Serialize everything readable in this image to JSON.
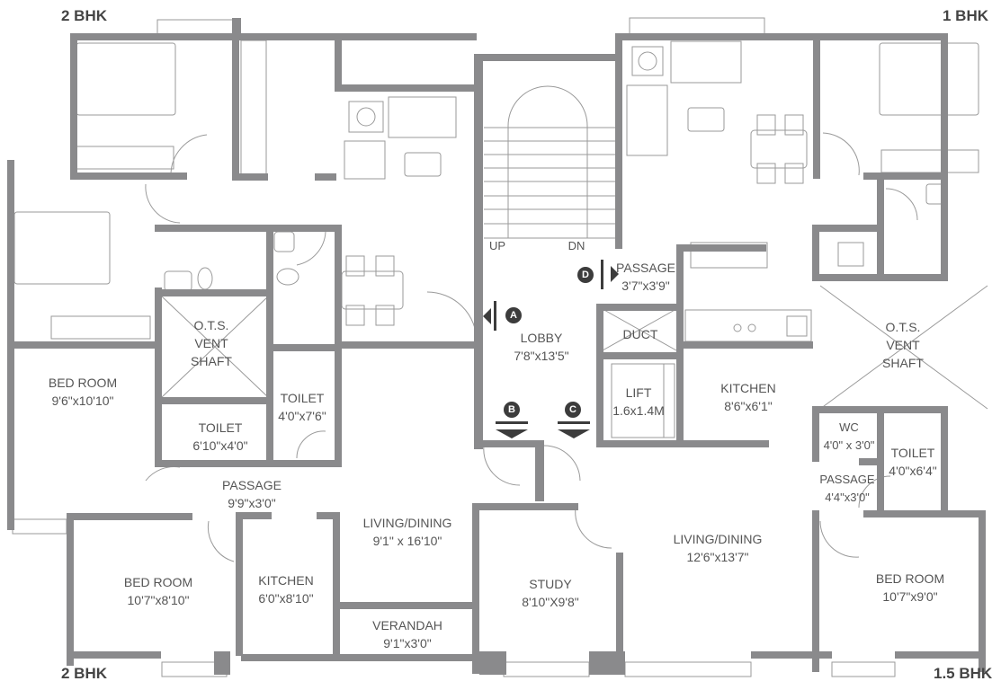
{
  "titles": {
    "top_left": "2 BHK",
    "top_right": "1 BHK",
    "bottom_left": "2 BHK",
    "bottom_right": "1.5 BHK"
  },
  "rooms": {
    "bed_left": {
      "name": "BED ROOM",
      "size": "9'6\"x10'10\""
    },
    "ots_left": {
      "line1": "O.T.S.",
      "line2": "VENT",
      "line3": "SHAFT"
    },
    "toilet_left_a": {
      "name": "TOILET",
      "size": "6'10\"x4'0\""
    },
    "toilet_left_b": {
      "name": "TOILET",
      "size": "4'0\"x7'6\""
    },
    "passage_left": {
      "name": "PASSAGE",
      "size": "9'9\"x3'0\""
    },
    "bed_bottom_left": {
      "name": "BED ROOM",
      "size": "10'7\"x8'10\""
    },
    "kitchen_bottom_left": {
      "name": "KITCHEN",
      "size": "6'0\"x8'10\""
    },
    "living_left": {
      "name": "LIVING/DINING",
      "size": "9'1\" x 16'10\""
    },
    "verandah": {
      "name": "VERANDAH",
      "size": "9'1\"x3'0\""
    },
    "lobby": {
      "name": "LOBBY",
      "size": "7'8\"x13'5\""
    },
    "passage_lobby": {
      "name": "PASSAGE",
      "size": "3'7\"x3'9\""
    },
    "duct": {
      "name": "DUCT"
    },
    "lift": {
      "name": "LIFT",
      "size": "1.6x1.4M"
    },
    "stairs_up": "UP",
    "stairs_dn": "DN",
    "kitchen_right": {
      "name": "KITCHEN",
      "size": "8'6\"x6'1\""
    },
    "ots_right": {
      "line1": "O.T.S.",
      "line2": "VENT",
      "line3": "SHAFT"
    },
    "wc": {
      "name": "WC",
      "size": "4'0\" x 3'0\""
    },
    "toilet_right": {
      "name": "TOILET",
      "size": "4'0\"x6'4\""
    },
    "passage_right": {
      "name": "PASSAGE",
      "size": "4'4\"x3'0\""
    },
    "study": {
      "name": "STUDY",
      "size": "8'10\"X9'8\""
    },
    "living_right": {
      "name": "LIVING/DINING",
      "size": "12'6\"x13'7\""
    },
    "bed_bottom_right": {
      "name": "BED ROOM",
      "size": "10'7\"x9'0\""
    }
  },
  "entry_markers": [
    "A",
    "B",
    "C",
    "D"
  ],
  "colors": {
    "wall": "#8a8a8c",
    "text": "#555555",
    "marker": "#3c3c3c"
  }
}
